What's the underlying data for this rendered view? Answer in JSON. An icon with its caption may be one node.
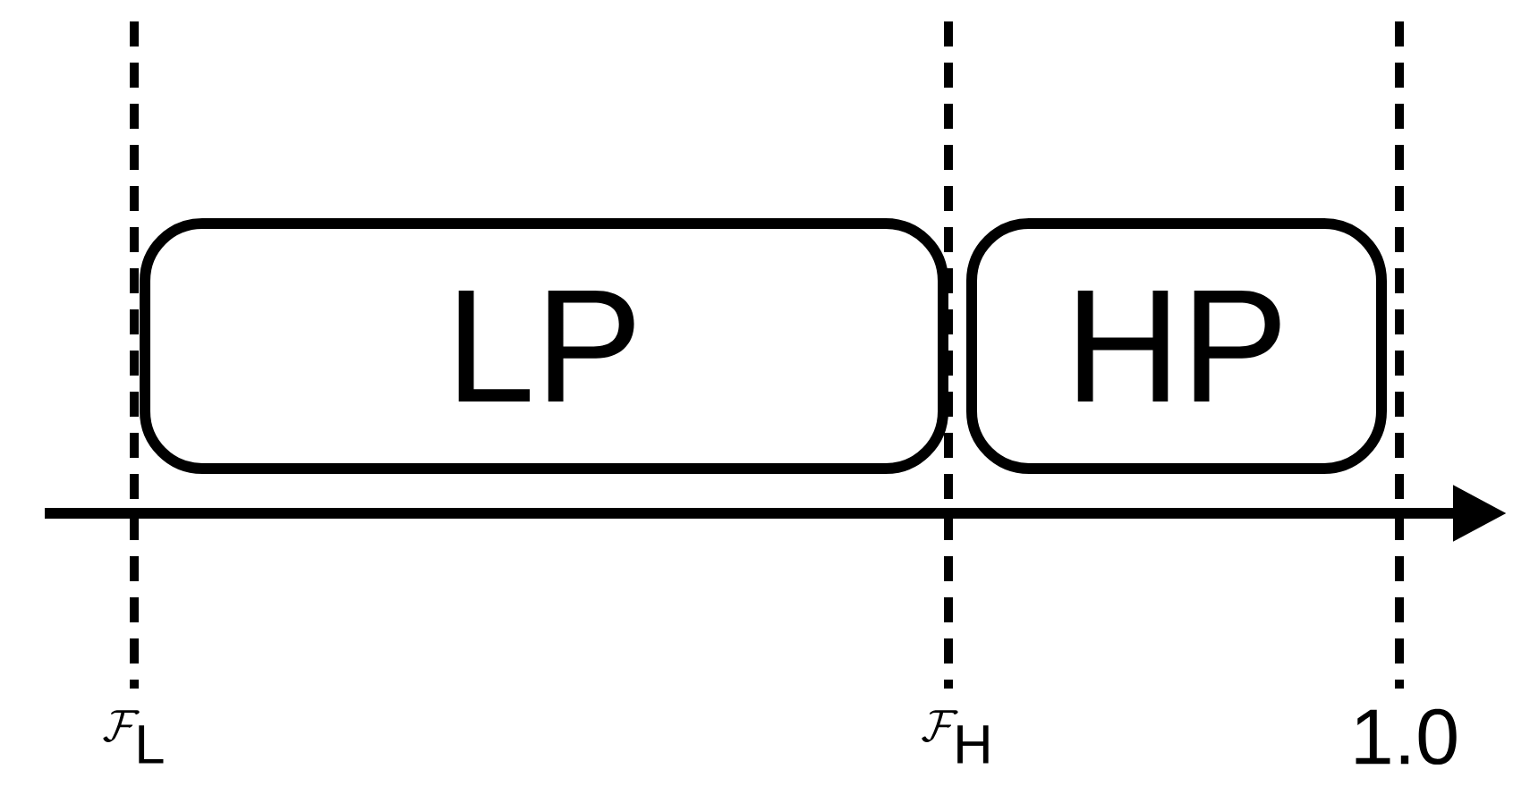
{
  "diagram": {
    "nodes": [
      {
        "text": [
          "LP"
        ]
      },
      {
        "text": [
          "HP"
        ]
      }
    ],
    "labels": [
      "\\mathcal{F}_\\mathrm{L}",
      "\\mathcal{F}_\\mathrm{H}",
      "1.0"
    ]
  }
}
